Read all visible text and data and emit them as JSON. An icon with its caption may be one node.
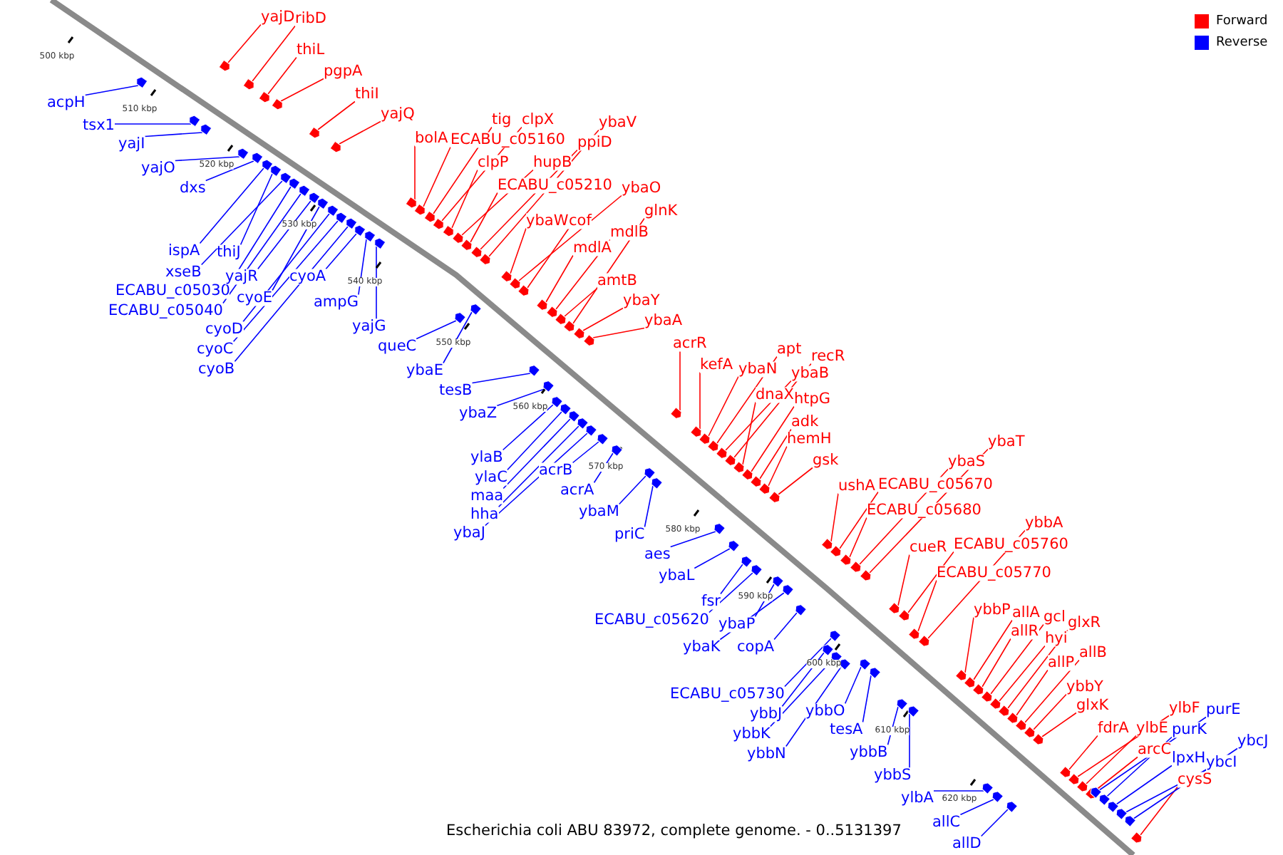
{
  "diagram": {
    "caption": "Escherichia coli ABU 83972, complete genome. - 0..5131397",
    "nodes": [
      {
        "text": [
          "yajD"
        ]
      },
      {
        "text": [
          "ribD"
        ]
      },
      {
        "text": [
          "thiL"
        ]
      },
      {
        "text": [
          "pgpA"
        ]
      },
      {
        "text": [
          "thiI"
        ]
      },
      {
        "text": [
          "yajQ"
        ]
      },
      {
        "text": [
          "bolA"
        ]
      },
      {
        "text": [
          "tig"
        ]
      },
      {
        "text": [
          "clpX"
        ]
      },
      {
        "text": [
          "ECABU_c05160"
        ]
      },
      {
        "text": [
          "ybaV"
        ]
      },
      {
        "text": [
          "ppiD"
        ]
      },
      {
        "text": [
          "clpP"
        ]
      },
      {
        "text": [
          "hupB"
        ]
      },
      {
        "text": [
          "ECABU_c05210"
        ]
      },
      {
        "text": [
          "ybaO"
        ]
      },
      {
        "text": [
          "ybaW"
        ]
      },
      {
        "text": [
          "cof"
        ]
      },
      {
        "text": [
          "glnK"
        ]
      },
      {
        "text": [
          "mdlB"
        ]
      },
      {
        "text": [
          "mdlA"
        ]
      },
      {
        "text": [
          "amtB"
        ]
      },
      {
        "text": [
          "ybaY"
        ]
      },
      {
        "text": [
          "ybaA"
        ]
      },
      {
        "text": [
          "acrR"
        ]
      },
      {
        "text": [
          "kefA"
        ]
      },
      {
        "text": [
          "ybaN"
        ]
      },
      {
        "text": [
          "apt"
        ]
      },
      {
        "text": [
          "recR"
        ]
      },
      {
        "text": [
          "ybaB"
        ]
      },
      {
        "text": [
          "dnaX"
        ]
      },
      {
        "text": [
          "htpG"
        ]
      },
      {
        "text": [
          "adk"
        ]
      },
      {
        "text": [
          "hemH"
        ]
      },
      {
        "text": [
          "gsk"
        ]
      },
      {
        "text": [
          "ushA"
        ]
      },
      {
        "text": [
          "ECABU_c05670"
        ]
      },
      {
        "text": [
          "ybaS"
        ]
      },
      {
        "text": [
          "ybaT"
        ]
      },
      {
        "text": [
          "ECABU_c05680"
        ]
      },
      {
        "text": [
          "cueR"
        ]
      },
      {
        "text": [
          "ECABU_c05760"
        ]
      },
      {
        "text": [
          "ybbA"
        ]
      },
      {
        "text": [
          "ECABU_c05770"
        ]
      },
      {
        "text": [
          "ybbP"
        ]
      },
      {
        "text": [
          "allA"
        ]
      },
      {
        "text": [
          "gcl"
        ]
      },
      {
        "text": [
          "allR"
        ]
      },
      {
        "text": [
          "hyi"
        ]
      },
      {
        "text": [
          "glxR"
        ]
      },
      {
        "text": [
          "allP"
        ]
      },
      {
        "text": [
          "allB"
        ]
      },
      {
        "text": [
          "ybbY"
        ]
      },
      {
        "text": [
          "glxK"
        ]
      },
      {
        "text": [
          "fdrA"
        ]
      },
      {
        "text": [
          "ylbF"
        ]
      },
      {
        "text": [
          "ylbE"
        ]
      },
      {
        "text": [
          "arcC"
        ]
      },
      {
        "text": [
          "cysS"
        ]
      },
      {
        "text": [
          "acpH"
        ]
      },
      {
        "text": [
          "tsx1"
        ]
      },
      {
        "text": [
          "yajI"
        ]
      },
      {
        "text": [
          "yajO"
        ]
      },
      {
        "text": [
          "dxs"
        ]
      },
      {
        "text": [
          "ispA"
        ]
      },
      {
        "text": [
          "thiJ"
        ]
      },
      {
        "text": [
          "xseB"
        ]
      },
      {
        "text": [
          "ECABU_c05030"
        ]
      },
      {
        "text": [
          "ECABU_c05040"
        ]
      },
      {
        "text": [
          "yajR"
        ]
      },
      {
        "text": [
          "cyoE"
        ]
      },
      {
        "text": [
          "cyoD"
        ]
      },
      {
        "text": [
          "cyoC"
        ]
      },
      {
        "text": [
          "cyoB"
        ]
      },
      {
        "text": [
          "cyoA"
        ]
      },
      {
        "text": [
          "ampG"
        ]
      },
      {
        "text": [
          "yajG"
        ]
      },
      {
        "text": [
          "queC"
        ]
      },
      {
        "text": [
          "ybaE"
        ]
      },
      {
        "text": [
          "tesB"
        ]
      },
      {
        "text": [
          "ybaZ"
        ]
      },
      {
        "text": [
          "ylaB"
        ]
      },
      {
        "text": [
          "ylaC"
        ]
      },
      {
        "text": [
          "maa"
        ]
      },
      {
        "text": [
          "hha"
        ]
      },
      {
        "text": [
          "ybaJ"
        ]
      },
      {
        "text": [
          "acrB"
        ]
      },
      {
        "text": [
          "acrA"
        ]
      },
      {
        "text": [
          "ybaM"
        ]
      },
      {
        "text": [
          "priC"
        ]
      },
      {
        "text": [
          "aes"
        ]
      },
      {
        "text": [
          "ybaL"
        ]
      },
      {
        "text": [
          "fsr"
        ]
      },
      {
        "text": [
          "ECABU_c05620"
        ]
      },
      {
        "text": [
          "ybaP"
        ]
      },
      {
        "text": [
          "ybaK"
        ]
      },
      {
        "text": [
          "copA"
        ]
      },
      {
        "text": [
          "ECABU_c05730"
        ]
      },
      {
        "text": [
          "ybbJ"
        ]
      },
      {
        "text": [
          "ybbK"
        ]
      },
      {
        "text": [
          "ybbN"
        ]
      },
      {
        "text": [
          "ybbO"
        ]
      },
      {
        "text": [
          "tesA"
        ]
      },
      {
        "text": [
          "ybbB"
        ]
      },
      {
        "text": [
          "ybbS"
        ]
      },
      {
        "text": [
          "ylbA"
        ]
      },
      {
        "text": [
          "allC"
        ]
      },
      {
        "text": [
          "allD"
        ]
      },
      {
        "text": [
          "purE"
        ]
      },
      {
        "text": [
          "purK"
        ]
      },
      {
        "text": [
          "lpxH"
        ]
      },
      {
        "text": [
          "ybcI"
        ]
      },
      {
        "text": [
          "ybcJ"
        ]
      },
      {
        "text": [],
        "shape": "box"
      },
      {
        "text": [],
        "shape": "box"
      },
      {
        "text": [],
        "shape": "box"
      },
      {
        "text": [],
        "shape": "box"
      },
      {
        "text": [],
        "shape": "box"
      },
      {
        "text": [],
        "shape": "box"
      },
      {
        "text": [],
        "shape": "box"
      },
      {
        "text": [],
        "shape": "box"
      },
      {
        "text": [],
        "shape": "box"
      },
      {
        "text": [],
        "shape": "box"
      },
      {
        "text": [],
        "shape": "box"
      },
      {
        "text": [],
        "shape": "box"
      },
      {
        "text": [],
        "shape": "box"
      },
      {
        "text": [],
        "shape": "box"
      },
      {
        "text": [],
        "shape": "box"
      },
      {
        "text": [],
        "shape": "box"
      },
      {
        "text": [],
        "shape": "box"
      },
      {
        "text": [],
        "shape": "box"
      },
      {
        "text": [],
        "shape": "box"
      },
      {
        "text": [],
        "shape": "box"
      },
      {
        "text": [],
        "shape": "box"
      },
      {
        "text": [],
        "shape": "box"
      },
      {
        "text": [],
        "shape": "box"
      },
      {
        "text": [],
        "shape": "box"
      },
      {
        "text": [],
        "shape": "box"
      },
      {
        "text": [],
        "shape": "box"
      },
      {
        "text": [],
        "shape": "box"
      },
      {
        "text": [],
        "shape": "box"
      },
      {
        "text": [],
        "shape": "box"
      },
      {
        "text": [],
        "shape": "box"
      },
      {
        "text": [],
        "shape": "box"
      },
      {
        "text": [],
        "shape": "box"
      },
      {
        "text": [],
        "shape": "box"
      },
      {
        "text": [],
        "shape": "box"
      },
      {
        "text": [],
        "shape": "box"
      },
      {
        "text": [],
        "shape": "box"
      },
      {
        "text": [],
        "shape": "box"
      },
      {
        "text": [],
        "shape": "box"
      },
      {
        "text": [],
        "shape": "box"
      },
      {
        "text": [],
        "shape": "box"
      },
      {
        "text": [],
        "shape": "box"
      },
      {
        "text": [],
        "shape": "box"
      },
      {
        "text": [],
        "shape": "box"
      },
      {
        "text": [],
        "shape": "box"
      },
      {
        "text": [],
        "shape": "box"
      },
      {
        "text": [],
        "shape": "box"
      },
      {
        "text": [],
        "shape": "box"
      },
      {
        "text": [],
        "shape": "box"
      },
      {
        "text": [],
        "shape": "box"
      },
      {
        "text": [],
        "shape": "box"
      },
      {
        "text": [],
        "shape": "box"
      },
      {
        "text": [],
        "shape": "box"
      },
      {
        "text": [],
        "shape": "box"
      },
      {
        "text": [],
        "shape": "box"
      },
      {
        "text": [],
        "shape": "box"
      },
      {
        "text": [],
        "shape": "box"
      },
      {
        "text": [],
        "shape": "box"
      },
      {
        "text": [],
        "shape": "box"
      },
      {
        "text": [],
        "shape": "box"
      },
      {
        "text": [],
        "shape": "box"
      },
      {
        "text": [],
        "shape": "box"
      },
      {
        "text": [],
        "shape": "box"
      },
      {
        "text": [],
        "shape": "box"
      },
      {
        "text": [],
        "shape": "box"
      },
      {
        "text": [],
        "shape": "box"
      },
      {
        "text": [],
        "shape": "box"
      },
      {
        "text": [],
        "shape": "box"
      },
      {
        "text": [],
        "shape": "box"
      },
      {
        "text": [],
        "shape": "box"
      },
      {
        "text": [],
        "shape": "box"
      },
      {
        "text": [],
        "shape": "box"
      },
      {
        "text": [],
        "shape": "box"
      },
      {
        "text": [],
        "shape": "box"
      },
      {
        "text": [],
        "shape": "box"
      },
      {
        "text": [],
        "shape": "box"
      },
      {
        "text": [],
        "shape": "box"
      },
      {
        "text": [],
        "shape": "box"
      },
      {
        "text": [],
        "shape": "box"
      },
      {
        "text": [],
        "shape": "box"
      },
      {
        "text": [],
        "shape": "box"
      },
      {
        "text": [],
        "shape": "box"
      },
      {
        "text": [],
        "shape": "box"
      },
      {
        "text": [],
        "shape": "box"
      },
      {
        "text": [],
        "shape": "box"
      },
      {
        "text": [],
        "shape": "box"
      },
      {
        "text": [],
        "shape": "box"
      },
      {
        "text": [],
        "shape": "box"
      },
      {
        "text": [],
        "shape": "box"
      },
      {
        "text": [],
        "shape": "box"
      },
      {
        "text": [],
        "shape": "box"
      },
      {
        "text": [],
        "shape": "box"
      },
      {
        "text": [],
        "shape": "box"
      },
      {
        "text": [],
        "shape": "box"
      },
      {
        "text": [],
        "shape": "box"
      },
      {
        "text": [],
        "shape": "box"
      },
      {
        "text": [],
        "shape": "box"
      },
      {
        "text": [],
        "shape": "box"
      },
      {
        "text": [],
        "shape": "box"
      },
      {
        "text": [],
        "shape": "box"
      },
      {
        "text": [],
        "shape": "box"
      },
      {
        "text": [],
        "shape": "box"
      },
      {
        "text": [],
        "shape": "box"
      },
      {
        "text": [],
        "shape": "box"
      },
      {
        "text": [],
        "shape": "box"
      },
      {
        "text": [],
        "shape": "box"
      },
      {
        "text": [],
        "shape": "box"
      },
      {
        "text": [],
        "shape": "box"
      },
      {
        "text": [],
        "shape": "box"
      },
      {
        "text": [],
        "shape": "box"
      },
      {
        "text": [],
        "shape": "box"
      },
      {
        "text": [],
        "shape": "box"
      },
      {
        "text": [],
        "shape": "box"
      },
      {
        "text": [],
        "shape": "box"
      }
    ],
    "edges": [
      {
        "from": 0,
        "to": 113,
        "arrow": "none"
      },
      {
        "from": 1,
        "to": 114,
        "arrow": "none"
      },
      {
        "from": 2,
        "to": 115,
        "arrow": "none"
      },
      {
        "from": 3,
        "to": 116,
        "arrow": "none"
      },
      {
        "from": 4,
        "to": 117,
        "arrow": "none"
      },
      {
        "from": 5,
        "to": 118,
        "arrow": "none"
      },
      {
        "from": 6,
        "to": 119,
        "arrow": "none"
      },
      {
        "from": 7,
        "to": 120,
        "arrow": "none"
      },
      {
        "from": 8,
        "to": 121,
        "arrow": "none"
      },
      {
        "from": 9,
        "to": 122,
        "arrow": "none"
      },
      {
        "from": 10,
        "to": 123,
        "arrow": "none"
      },
      {
        "from": 11,
        "to": 124,
        "arrow": "none"
      },
      {
        "from": 12,
        "to": 125,
        "arrow": "none"
      },
      {
        "from": 13,
        "to": 126,
        "arrow": "none"
      },
      {
        "from": 14,
        "to": 127,
        "arrow": "none"
      },
      {
        "from": 15,
        "to": 128,
        "arrow": "none"
      },
      {
        "from": 16,
        "to": 129,
        "arrow": "none"
      },
      {
        "from": 17,
        "to": 130,
        "arrow": "none"
      },
      {
        "from": 18,
        "to": 131,
        "arrow": "none"
      },
      {
        "from": 19,
        "to": 132,
        "arrow": "none"
      },
      {
        "from": 20,
        "to": 133,
        "arrow": "none"
      },
      {
        "from": 21,
        "to": 134,
        "arrow": "none"
      },
      {
        "from": 22,
        "to": 135,
        "arrow": "none"
      },
      {
        "from": 23,
        "to": 136,
        "arrow": "none"
      },
      {
        "from": 24,
        "to": 137,
        "arrow": "none"
      },
      {
        "from": 25,
        "to": 138,
        "arrow": "none"
      },
      {
        "from": 26,
        "to": 139,
        "arrow": "none"
      },
      {
        "from": 27,
        "to": 140,
        "arrow": "none"
      },
      {
        "from": 28,
        "to": 141,
        "arrow": "none"
      },
      {
        "from": 29,
        "to": 142,
        "arrow": "none"
      },
      {
        "from": 30,
        "to": 143,
        "arrow": "none"
      },
      {
        "from": 31,
        "to": 144,
        "arrow": "none"
      },
      {
        "from": 32,
        "to": 145,
        "arrow": "none"
      },
      {
        "from": 33,
        "to": 146,
        "arrow": "none"
      },
      {
        "from": 34,
        "to": 147,
        "arrow": "none"
      },
      {
        "from": 35,
        "to": 148,
        "arrow": "none"
      },
      {
        "from": 36,
        "to": 149,
        "arrow": "none"
      },
      {
        "from": 37,
        "to": 150,
        "arrow": "none"
      },
      {
        "from": 38,
        "to": 151,
        "arrow": "none"
      },
      {
        "from": 39,
        "to": 152,
        "arrow": "none"
      },
      {
        "from": 40,
        "to": 153,
        "arrow": "none"
      },
      {
        "from": 41,
        "to": 154,
        "arrow": "none"
      },
      {
        "from": 42,
        "to": 155,
        "arrow": "none"
      },
      {
        "from": 43,
        "to": 156,
        "arrow": "none"
      },
      {
        "from": 44,
        "to": 157,
        "arrow": "none"
      },
      {
        "from": 45,
        "to": 158,
        "arrow": "none"
      },
      {
        "from": 46,
        "to": 159,
        "arrow": "none"
      },
      {
        "from": 47,
        "to": 160,
        "arrow": "none"
      },
      {
        "from": 48,
        "to": 161,
        "arrow": "none"
      },
      {
        "from": 49,
        "to": 162,
        "arrow": "none"
      },
      {
        "from": 50,
        "to": 163,
        "arrow": "none"
      },
      {
        "from": 51,
        "to": 164,
        "arrow": "none"
      },
      {
        "from": 52,
        "to": 165,
        "arrow": "none"
      },
      {
        "from": 53,
        "to": 166,
        "arrow": "none"
      },
      {
        "from": 54,
        "to": 167,
        "arrow": "none"
      },
      {
        "from": 55,
        "to": 168,
        "arrow": "none"
      },
      {
        "from": 56,
        "to": 169,
        "arrow": "none"
      },
      {
        "from": 57,
        "to": 170,
        "arrow": "none"
      },
      {
        "from": 58,
        "to": 171,
        "arrow": "none"
      },
      {
        "from": 59,
        "to": 172,
        "arrow": "none",
        "color": "#0000ff"
      },
      {
        "from": 60,
        "to": 173,
        "arrow": "none",
        "color": "#0000ff"
      },
      {
        "from": 61,
        "to": 174,
        "arrow": "none",
        "color": "#0000ff"
      },
      {
        "from": 62,
        "to": 175,
        "arrow": "none",
        "color": "#0000ff"
      },
      {
        "from": 63,
        "to": 176,
        "arrow": "none",
        "color": "#0000ff"
      },
      {
        "from": 64,
        "to": 177,
        "arrow": "none",
        "color": "#0000ff"
      },
      {
        "from": 65,
        "to": 178,
        "arrow": "none",
        "color": "#0000ff"
      },
      {
        "from": 66,
        "to": 179,
        "arrow": "none",
        "color": "#0000ff"
      },
      {
        "from": 67,
        "to": 180,
        "arrow": "none",
        "color": "#0000ff"
      },
      {
        "from": 68,
        "to": 181,
        "arrow": "none",
        "color": "#0000ff"
      },
      {
        "from": 69,
        "to": 182,
        "arrow": "none",
        "color": "#0000ff"
      },
      {
        "from": 70,
        "to": 183,
        "arrow": "none",
        "color": "#0000ff"
      },
      {
        "from": 71,
        "to": 184,
        "arrow": "none",
        "color": "#0000ff"
      },
      {
        "from": 72,
        "to": 185,
        "arrow": "none",
        "color": "#0000ff"
      },
      {
        "from": 73,
        "to": 186,
        "arrow": "none",
        "color": "#0000ff"
      },
      {
        "from": 74,
        "to": 187,
        "arrow": "none",
        "color": "#0000ff"
      },
      {
        "from": 75,
        "to": 188,
        "arrow": "none",
        "color": "#0000ff"
      },
      {
        "from": 76,
        "to": 189,
        "arrow": "none",
        "color": "#0000ff"
      },
      {
        "from": 77,
        "to": 190,
        "arrow": "none",
        "color": "#0000ff"
      },
      {
        "from": 78,
        "to": 191,
        "arrow": "none",
        "color": "#0000ff"
      },
      {
        "from": 79,
        "to": 192,
        "arrow": "none",
        "color": "#0000ff"
      },
      {
        "from": 80,
        "to": 193,
        "arrow": "none",
        "color": "#0000ff"
      },
      {
        "from": 81,
        "to": 194,
        "arrow": "none",
        "color": "#0000ff"
      },
      {
        "from": 82,
        "to": 195,
        "arrow": "none",
        "color": "#0000ff"
      },
      {
        "from": 83,
        "to": 196,
        "arrow": "none",
        "color": "#0000ff"
      },
      {
        "from": 84,
        "to": 197,
        "arrow": "none",
        "color": "#0000ff"
      },
      {
        "from": 85,
        "to": 198,
        "arrow": "none",
        "color": "#0000ff"
      },
      {
        "from": 86,
        "to": 199,
        "arrow": "none",
        "color": "#0000ff"
      },
      {
        "from": 87,
        "to": 200,
        "arrow": "none",
        "color": "#0000ff"
      },
      {
        "from": 88,
        "to": 201,
        "arrow": "none",
        "color": "#0000ff"
      },
      {
        "from": 89,
        "to": 202,
        "arrow": "none",
        "color": "#0000ff"
      },
      {
        "from": 90,
        "to": 203,
        "arrow": "none",
        "color": "#0000ff"
      },
      {
        "from": 91,
        "to": 204,
        "arrow": "none",
        "color": "#0000ff"
      },
      {
        "from": 92,
        "to": 205,
        "arrow": "none",
        "color": "#0000ff"
      },
      {
        "from": 93,
        "to": 206,
        "arrow": "none",
        "color": "#0000ff"
      },
      {
        "from": 94,
        "to": 207,
        "arrow": "none",
        "color": "#0000ff"
      },
      {
        "from": 95,
        "to": 208,
        "arrow": "none",
        "color": "#0000ff"
      },
      {
        "from": 96,
        "to": 209,
        "arrow": "none",
        "color": "#0000ff"
      },
      {
        "from": 97,
        "to": 210,
        "arrow": "none",
        "color": "#0000ff"
      },
      {
        "from": 98,
        "to": 211,
        "arrow": "none",
        "color": "#0000ff"
      },
      {
        "from": 99,
        "to": 212,
        "arrow": "none",
        "color": "#0000ff"
      },
      {
        "from": 100,
        "to": 213,
        "arrow": "none",
        "color": "#0000ff"
      },
      {
        "from": 101,
        "to": 214,
        "arrow": "none",
        "color": "#0000ff"
      },
      {
        "from": 102,
        "to": 215,
        "arrow": "none",
        "color": "#0000ff"
      },
      {
        "from": 103,
        "to": 216,
        "arrow": "none",
        "color": "#0000ff"
      },
      {
        "from": 104,
        "to": 217,
        "arrow": "none",
        "color": "#0000ff"
      },
      {
        "from": 105,
        "to": 218,
        "arrow": "none",
        "color": "#0000ff"
      },
      {
        "from": 106,
        "to": 219,
        "arrow": "none",
        "color": "#0000ff"
      },
      {
        "from": 107,
        "to": 220,
        "arrow": "none",
        "color": "#0000ff"
      },
      {
        "from": 108,
        "to": 221,
        "arrow": "none",
        "color": "#0000ff"
      },
      {
        "from": 109,
        "to": 222,
        "arrow": "none",
        "color": "#0000ff"
      },
      {
        "from": 110,
        "to": 223,
        "arrow": "none",
        "color": "#0000ff"
      },
      {
        "from": 111,
        "to": 224,
        "arrow": "none",
        "color": "#0000ff"
      },
      {
        "from": 112,
        "to": 225,
        "arrow": "none",
        "color": "#0000ff"
      }
    ],
    "labels": [
      "500 kbp",
      "510 kbp",
      "520 kbp",
      "530 kbp",
      "540 kbp",
      "550 kbp",
      "560 kbp",
      "570 kbp",
      "580 kbp",
      "590 kbp",
      "600 kbp",
      "610 kbp",
      "620 kbp"
    ],
    "legend": [
      {
        "text": "Forward",
        "color": "#ff0000"
      },
      {
        "text": "Reverse",
        "color": "#0000ff"
      }
    ]
  }
}
